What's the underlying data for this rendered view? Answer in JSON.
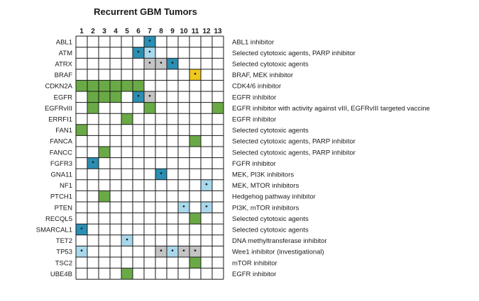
{
  "title": "Recurrent GBM Tumors",
  "chart_data": {
    "type": "heatmap",
    "title": "Recurrent GBM Tumors",
    "columns": [
      "1",
      "2",
      "3",
      "4",
      "5",
      "6",
      "7",
      "8",
      "9",
      "10",
      "11",
      "12",
      "13"
    ],
    "colors": {
      "green": "#6aaa46",
      "dark_blue": "#2a8fb2",
      "light_blue": "#a9d8ec",
      "gray": "#c4c4c4",
      "yellow": "#f0c81c",
      "grid": "#1a1a1a"
    },
    "rows": [
      {
        "gene": "ABL1",
        "therapy": "ABL1 inhibitor",
        "cells": [
          {
            "col": 7,
            "color": "dark_blue",
            "dot": true
          }
        ]
      },
      {
        "gene": "ATM",
        "therapy": "Selected cytotoxic agents, PARP inhibitor",
        "cells": [
          {
            "col": 6,
            "color": "dark_blue",
            "dot": true
          },
          {
            "col": 7,
            "color": "light_blue",
            "dot": true
          }
        ]
      },
      {
        "gene": "ATRX",
        "therapy": "Selected cytotoxic agents",
        "cells": [
          {
            "col": 7,
            "color": "gray",
            "dot": true
          },
          {
            "col": 8,
            "color": "gray",
            "dot": true
          },
          {
            "col": 9,
            "color": "dark_blue",
            "dot": true
          }
        ]
      },
      {
        "gene": "BRAF",
        "therapy": "BRAF, MEK inhibitor",
        "cells": [
          {
            "col": 11,
            "color": "yellow",
            "dot": true
          }
        ]
      },
      {
        "gene": "CDKN2A",
        "therapy": "CDK4/6 inhibitor",
        "cells": [
          {
            "col": 1,
            "color": "green",
            "dot": false
          },
          {
            "col": 2,
            "color": "green",
            "dot": false
          },
          {
            "col": 3,
            "color": "green",
            "dot": false
          },
          {
            "col": 4,
            "color": "green",
            "dot": false
          },
          {
            "col": 5,
            "color": "green",
            "dot": false
          },
          {
            "col": 6,
            "color": "green",
            "dot": false
          }
        ]
      },
      {
        "gene": "EGFR",
        "therapy": "EGFR inhibitor",
        "cells": [
          {
            "col": 2,
            "color": "green",
            "dot": false
          },
          {
            "col": 3,
            "color": "green",
            "dot": false
          },
          {
            "col": 4,
            "color": "green",
            "dot": false
          },
          {
            "col": 6,
            "color": "dark_blue",
            "dot": true
          },
          {
            "col": 7,
            "color": "gray",
            "dot": true
          }
        ]
      },
      {
        "gene": "EGFRvIII",
        "therapy": "EGFR inhibitor with activity against vIII, EGFRvIII targeted vaccine",
        "cells": [
          {
            "col": 2,
            "color": "green",
            "dot": false
          },
          {
            "col": 7,
            "color": "green",
            "dot": false
          },
          {
            "col": 13,
            "color": "green",
            "dot": false
          }
        ]
      },
      {
        "gene": "ERRFI1",
        "therapy": "EGFR inhibitor",
        "cells": [
          {
            "col": 5,
            "color": "green",
            "dot": false
          }
        ]
      },
      {
        "gene": "FAN1",
        "therapy": "Selected cytotoxic agents",
        "cells": [
          {
            "col": 1,
            "color": "green",
            "dot": false
          }
        ]
      },
      {
        "gene": "FANCA",
        "therapy": "Selected cytotoxic agents, PARP inhibitor",
        "cells": [
          {
            "col": 11,
            "color": "green",
            "dot": false
          }
        ]
      },
      {
        "gene": "FANCC",
        "therapy": "Selected cytotoxic agents, PARP inhibitor",
        "cells": [
          {
            "col": 3,
            "color": "green",
            "dot": false
          }
        ]
      },
      {
        "gene": "FGFR3",
        "therapy": "FGFR inhibitor",
        "cells": [
          {
            "col": 2,
            "color": "dark_blue",
            "dot": true
          }
        ]
      },
      {
        "gene": "GNA11",
        "therapy": "MEK, PI3K inhibitors",
        "cells": [
          {
            "col": 8,
            "color": "dark_blue",
            "dot": true
          }
        ]
      },
      {
        "gene": "NF1",
        "therapy": "MEK, MTOR inhibitors",
        "cells": [
          {
            "col": 12,
            "color": "light_blue",
            "dot": true
          }
        ]
      },
      {
        "gene": "PTCH1",
        "therapy": "Hedgehog pathway inhibitor",
        "cells": [
          {
            "col": 3,
            "color": "green",
            "dot": false
          }
        ]
      },
      {
        "gene": "PTEN",
        "therapy": "PI3K, mTOR inhibitors",
        "cells": [
          {
            "col": 10,
            "color": "light_blue",
            "dot": true
          },
          {
            "col": 12,
            "color": "light_blue",
            "dot": true
          }
        ]
      },
      {
        "gene": "RECQL5",
        "therapy": "Selected cytotoxic agents",
        "cells": [
          {
            "col": 11,
            "color": "green",
            "dot": false
          }
        ]
      },
      {
        "gene": "SMARCAL1",
        "therapy": "Selected cytotoxic agents",
        "cells": [
          {
            "col": 1,
            "color": "dark_blue",
            "dot": true
          }
        ]
      },
      {
        "gene": "TET2",
        "therapy": "DNA methyltransferase inhibitor",
        "cells": [
          {
            "col": 5,
            "color": "light_blue",
            "dot": true
          }
        ]
      },
      {
        "gene": "TP53",
        "therapy": "Wee1 inhibitor (investigational)",
        "cells": [
          {
            "col": 1,
            "color": "light_blue",
            "dot": true
          },
          {
            "col": 8,
            "color": "gray",
            "dot": true
          },
          {
            "col": 9,
            "color": "light_blue",
            "dot": true
          },
          {
            "col": 10,
            "color": "gray",
            "dot": true
          },
          {
            "col": 11,
            "color": "gray",
            "dot": true
          }
        ]
      },
      {
        "gene": "TSC2",
        "therapy": "mTOR inhibitor",
        "cells": [
          {
            "col": 11,
            "color": "green",
            "dot": false
          }
        ]
      },
      {
        "gene": "UBE4B",
        "therapy": "EGFR inhibitor",
        "cells": [
          {
            "col": 5,
            "color": "green",
            "dot": false
          }
        ]
      }
    ]
  }
}
